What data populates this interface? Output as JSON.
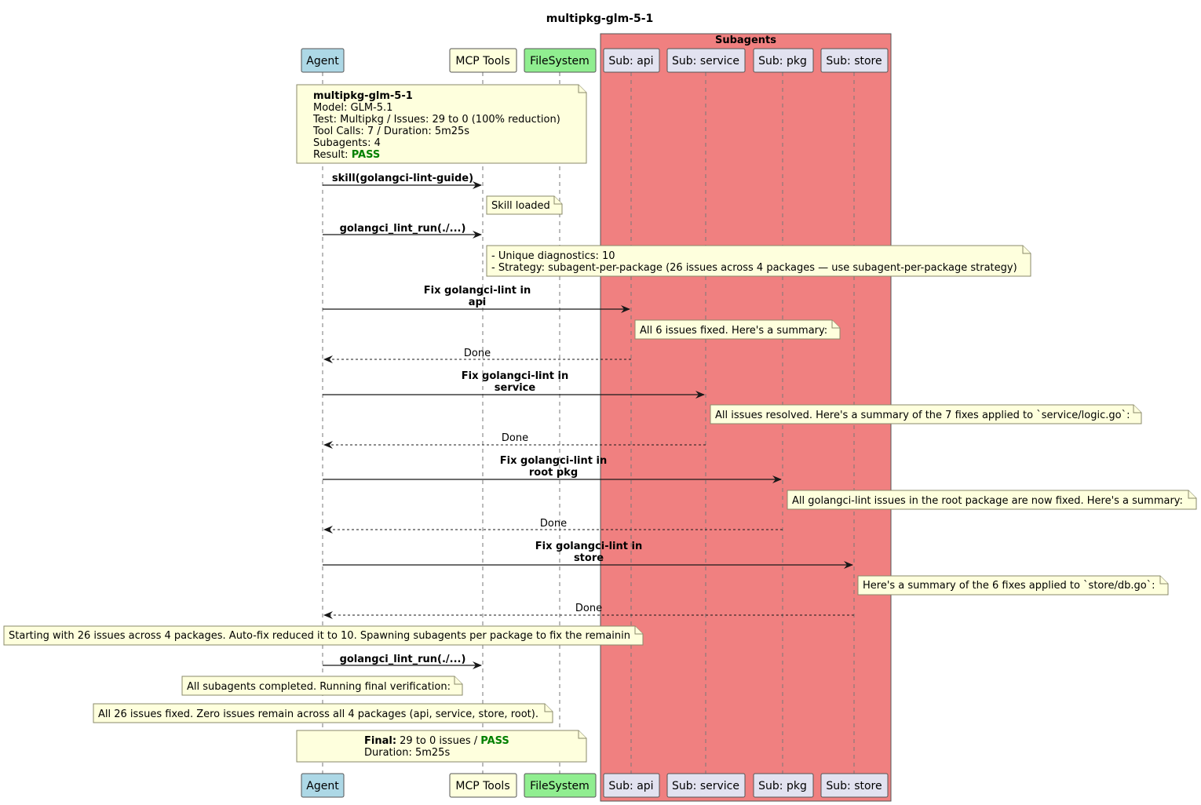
{
  "title": "multipkg-glm-5-1",
  "group": {
    "label": "Subagents",
    "fill": "#F08080"
  },
  "participants": [
    {
      "id": "agent",
      "label": "Agent",
      "fill": "#ADD8E6"
    },
    {
      "id": "mcp",
      "label": "MCP Tools",
      "fill": "#FEFFDD"
    },
    {
      "id": "fs",
      "label": "FileSystem",
      "fill": "#90EE90"
    },
    {
      "id": "api",
      "label": "Sub: api",
      "fill": "#E2E2F0"
    },
    {
      "id": "service",
      "label": "Sub: service",
      "fill": "#E2E2F0"
    },
    {
      "id": "pkg",
      "label": "Sub: pkg",
      "fill": "#E2E2F0"
    },
    {
      "id": "store",
      "label": "Sub: store",
      "fill": "#E2E2F0"
    }
  ],
  "colors": {
    "note_fill": "#FEFFDD",
    "note_border": "#8A8A6A",
    "pass": "#008000",
    "lifeline": "#777777",
    "participant_border": "#555555"
  },
  "summary_note": {
    "title": "multipkg-glm-5-1",
    "lines": [
      "Model: GLM-5.1",
      "Test: Multipkg / Issues: 29 to 0 (100% reduction)",
      "Tool Calls: 7 / Duration: 5m25s",
      "Subagents: 4"
    ],
    "result_prefix": "Result: ",
    "result_value": "PASS"
  },
  "messages": {
    "m1": "skill(golangci-lint-guide)",
    "m2": "golangci_lint_run(./...)",
    "m3": [
      "Fix golangci-lint in",
      "api"
    ],
    "m4": "Done",
    "m5": [
      "Fix golangci-lint in",
      "service"
    ],
    "m6": "Done",
    "m7": [
      "Fix golangci-lint in",
      "root pkg"
    ],
    "m8": "Done",
    "m9": [
      "Fix golangci-lint in",
      "store"
    ],
    "m10": "Done",
    "m11": "golangci_lint_run(./...)"
  },
  "notes": {
    "skill_loaded": "Skill loaded",
    "diagnostics": [
      "- Unique diagnostics: 10",
      "- Strategy: subagent-per-package (26 issues across 4 packages — use subagent-per-package strategy)"
    ],
    "api_result": "All 6 issues fixed. Here's a summary:",
    "service_result": "All issues resolved. Here's a summary of the 7 fixes applied to `service/logic.go`:",
    "pkg_result": "All golangci-lint issues in the root package are now fixed. Here's a summary:",
    "store_result": "Here's a summary of the 6 fixes applied to `store/db.go`:",
    "spawning": "Starting with 26 issues across 4 packages. Auto-fix reduced it to 10. Spawning subagents per package to fix the remainin",
    "completed": "All subagents completed. Running final verification:",
    "all_fixed": "All 26 issues fixed. Zero issues remain across all 4 packages (api, service, store, root).",
    "final_label": "Final:",
    "final_text": " 29 to 0 issues / ",
    "final_result": "PASS",
    "final_duration": "Duration: 5m25s"
  }
}
